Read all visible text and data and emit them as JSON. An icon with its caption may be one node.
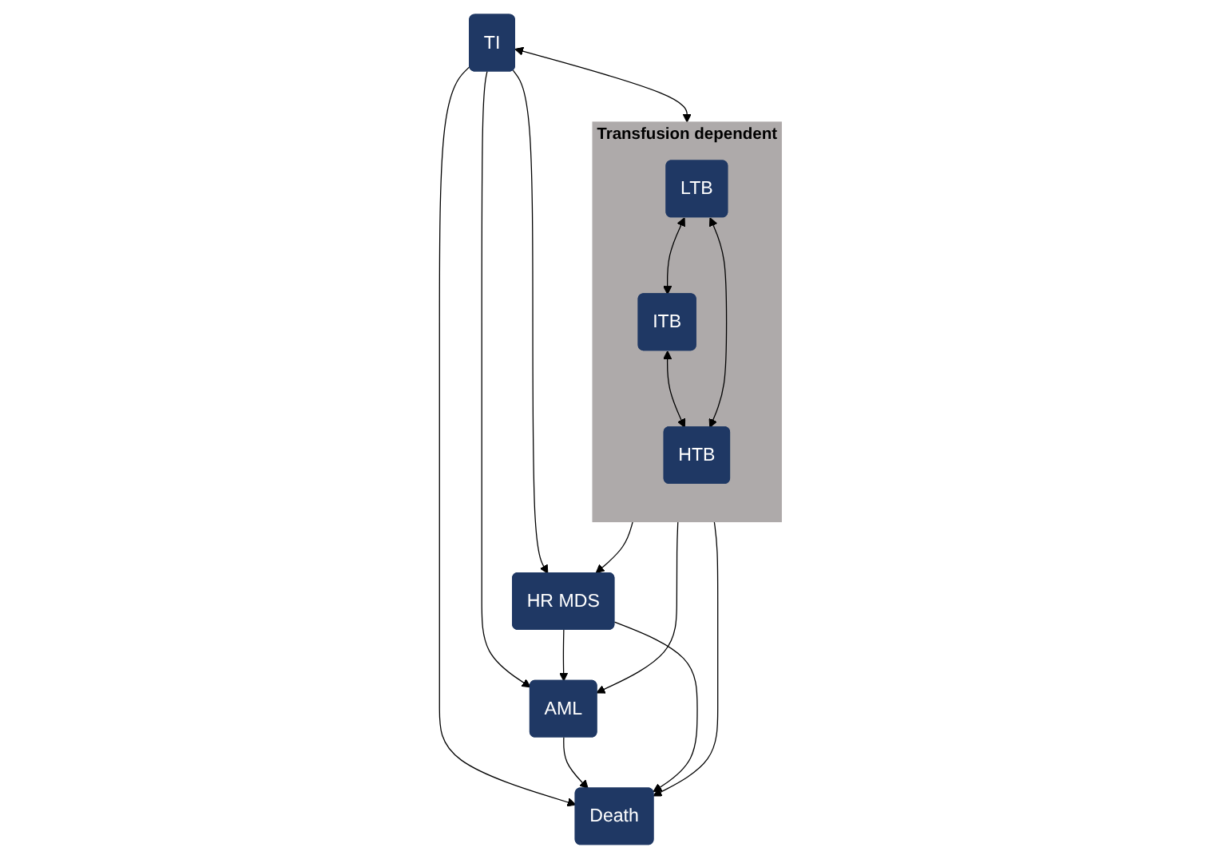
{
  "diagram": {
    "nodes": [
      {
        "text": [
          "TI"
        ]
      },
      {
        "text": [
          "Transfusion dependent"
        ]
      },
      {
        "text": [
          "LTB"
        ],
        "in": 1
      },
      {
        "text": [
          "ITB"
        ],
        "in": 1
      },
      {
        "text": [
          "HTB"
        ],
        "in": 1
      },
      {
        "text": [
          "HR MDS"
        ]
      },
      {
        "text": [
          "AML"
        ]
      },
      {
        "text": [
          "Death"
        ]
      }
    ],
    "edges": [
      {
        "from": 0,
        "to": 1,
        "arrow": "both"
      },
      {
        "from": 2,
        "to": 3,
        "arrow": "both"
      },
      {
        "from": 3,
        "to": 4,
        "arrow": "both"
      },
      {
        "from": 2,
        "to": 4,
        "arrow": "both"
      },
      {
        "from": 0,
        "to": 5,
        "arrow": "to"
      },
      {
        "from": 0,
        "to": 6,
        "arrow": "to"
      },
      {
        "from": 0,
        "to": 7,
        "arrow": "to"
      },
      {
        "from": 1,
        "to": 5,
        "arrow": "to"
      },
      {
        "from": 1,
        "to": 6,
        "arrow": "to"
      },
      {
        "from": 1,
        "to": 7,
        "arrow": "to"
      },
      {
        "from": 5,
        "to": 6,
        "arrow": "to"
      },
      {
        "from": 6,
        "to": 7,
        "arrow": "to"
      },
      {
        "from": 5,
        "to": 7,
        "arrow": "to"
      }
    ]
  }
}
